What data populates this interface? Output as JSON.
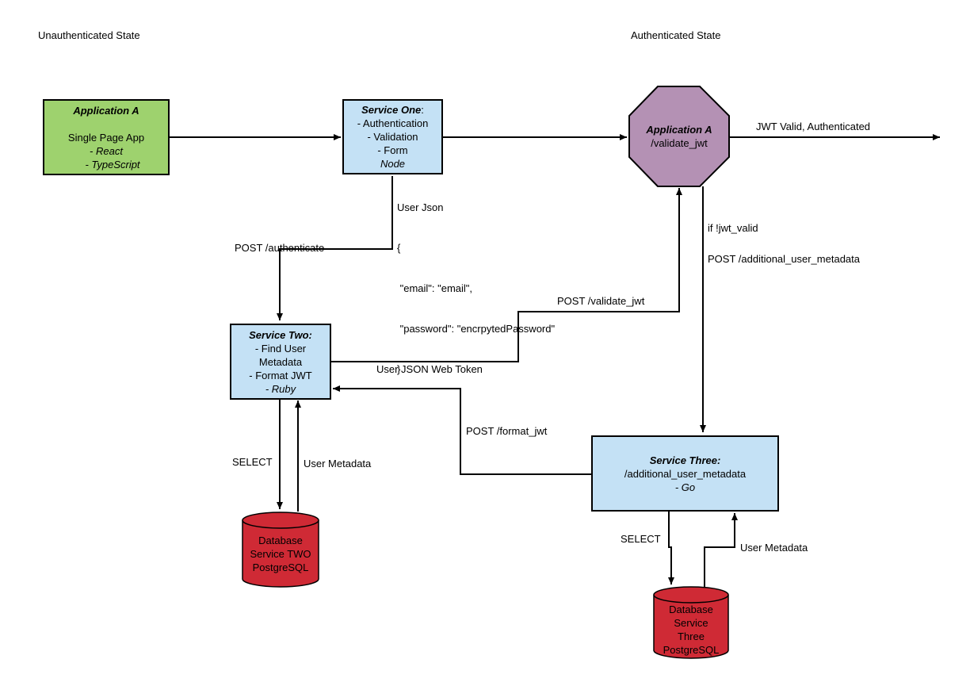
{
  "headings": {
    "unauth": "Unauthenticated State",
    "auth": "Authenticated State"
  },
  "nodes": {
    "app_a_spa": {
      "title": "Application A",
      "line1": "Single Page App",
      "line2": "- React",
      "line3": "- TypeScript"
    },
    "service_one": {
      "title": "Service One",
      "title_suffix": ":",
      "line1": "- Authentication",
      "line2": "- Validation",
      "line3": "- Form",
      "line4": "Node"
    },
    "app_a_validate": {
      "title": "Application A",
      "line1": "/validate_jwt"
    },
    "service_two": {
      "title": "Service Two:",
      "line1": "-  Find User",
      "line2": "Metadata",
      "line3": "- Format JWT",
      "line4": "- Ruby"
    },
    "service_three": {
      "title": "Service Three:",
      "line1": "/additional_user_metadata",
      "line2": "- Go"
    },
    "db_two": {
      "line1": "Database",
      "line2": "Service TWO",
      "line3": "PostgreSQL"
    },
    "db_three": {
      "line1": "Database",
      "line2": "Service",
      "line3": "Three",
      "line4": "PostgreSQL"
    }
  },
  "edges": {
    "jwt_valid": "JWT Valid, Authenticated",
    "user_json_lines": [
      "User Json",
      "{",
      " \"email\": \"email\",",
      " \"password\": \"encrpytedPassword\"",
      "}"
    ],
    "post_authenticate": "POST /authenticate",
    "post_validate_jwt": "POST /validate_jwt",
    "user_jwt": "User JSON Web Token",
    "if_jwt_valid": "if  !jwt_valid",
    "post_additional": "POST /additional_user_metadata",
    "post_format_jwt": "POST /format_jwt",
    "select_two": "SELECT",
    "user_metadata_two": "User Metadata",
    "select_three": "SELECT",
    "user_metadata_three": "User Metadata"
  },
  "colors": {
    "service_fill": "#c4e1f5",
    "spa_fill": "#9ed26e",
    "octagon_fill": "#b491b4",
    "database_fill": "#cf2a35"
  }
}
